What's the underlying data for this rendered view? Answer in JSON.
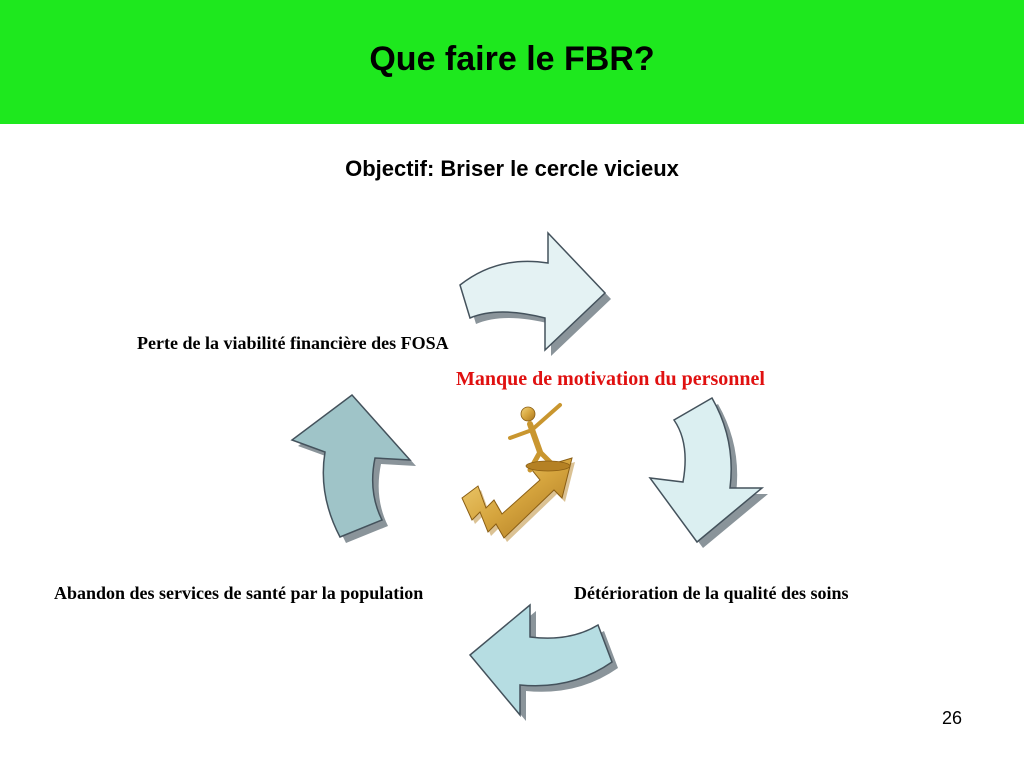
{
  "slide": {
    "title": "Que faire le FBR?",
    "subtitle": "Objectif: Briser le cercle vicieux",
    "page_number": "26"
  },
  "cycle": {
    "steps": [
      "Manque de motivation du personnel",
      "Détérioration de la qualité des soins",
      "Abandon des services de santé par la population",
      "Perte de la viabilité financière des FOSA"
    ],
    "highlight_color": "#e01010",
    "arrow_fills": [
      "#e4f2f3",
      "#dbeff1",
      "#b6dde2",
      "#9fc4c8"
    ],
    "center_icon": "figure-on-rising-arrow-icon"
  },
  "colors": {
    "header": "#1ee81e"
  }
}
